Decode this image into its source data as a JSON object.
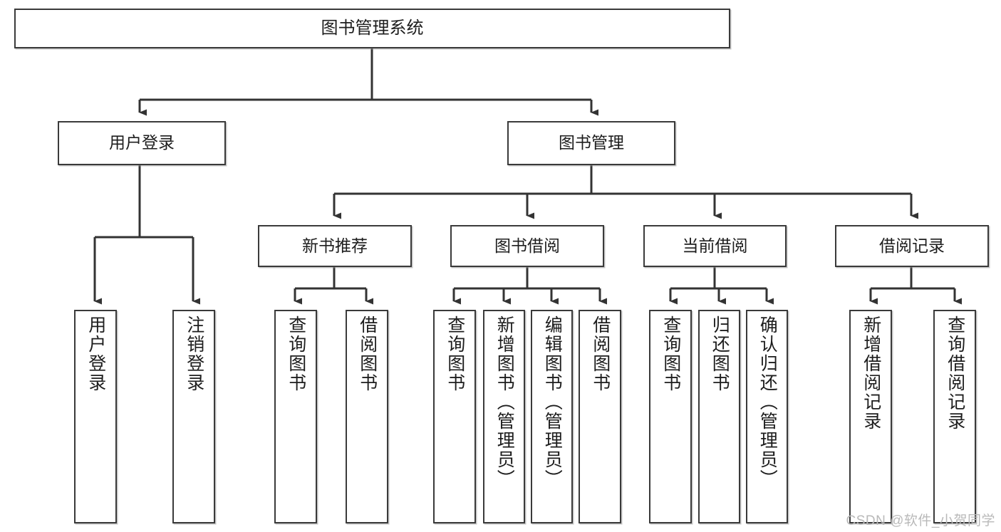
{
  "diagram": {
    "title": "图书管理系统",
    "type": "tree-hierarchy-diagram",
    "colors": {
      "box_border": "#3a3a3a",
      "box_fill": "#ffffff",
      "connector": "#333333",
      "text": "#1d1d1d",
      "watermark": "#b9b9b9",
      "background": "#ffffff"
    },
    "nodes": {
      "root": {
        "label": "图书管理系统",
        "level": 1
      },
      "user_login": {
        "label": "用户登录",
        "level": 2
      },
      "book_manage": {
        "label": "图书管理",
        "level": 2
      },
      "new_book_rec": {
        "label": "新书推荐",
        "level": 3
      },
      "book_borrow": {
        "label": "图书借阅",
        "level": 3
      },
      "current_borrow": {
        "label": "当前借阅",
        "level": 3
      },
      "borrow_record": {
        "label": "借阅记录",
        "level": 3
      },
      "leaf_user_login": {
        "label": "用户登录",
        "level": 4
      },
      "leaf_logout": {
        "label": "注销登录",
        "level": 4
      },
      "leaf_query_book_1": {
        "label": "查询图书",
        "level": 4
      },
      "leaf_borrow_book_1": {
        "label": "借阅图书",
        "level": 4
      },
      "leaf_query_book_2": {
        "label": "查询图书",
        "level": 4
      },
      "leaf_add_book": {
        "label": "新增图书（管理员）",
        "level": 4
      },
      "leaf_edit_book": {
        "label": "编辑图书（管理员）",
        "level": 4
      },
      "leaf_borrow_book_2": {
        "label": "借阅图书",
        "level": 4
      },
      "leaf_query_book_3": {
        "label": "查询图书",
        "level": 4
      },
      "leaf_return_book": {
        "label": "归还图书",
        "level": 4
      },
      "leaf_confirm_return": {
        "label": "确认归还（管理员）",
        "level": 4
      },
      "leaf_add_record": {
        "label": "新增借阅记录",
        "level": 4
      },
      "leaf_query_record": {
        "label": "查询借阅记录",
        "level": 4
      }
    },
    "watermark": "CSDN @软件_小贺同学"
  }
}
